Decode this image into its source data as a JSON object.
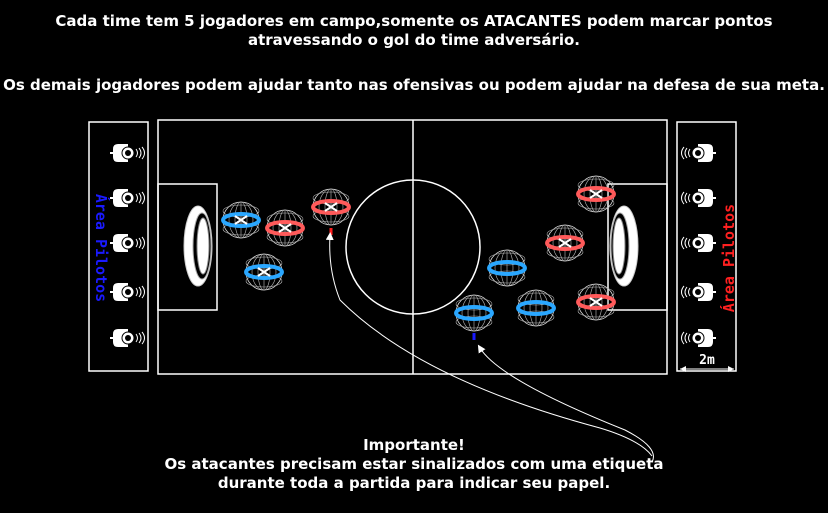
{
  "intro": {
    "line1": "Cada time tem 5 jogadores em campo,somente os ATACANTES podem marcar pontos",
    "line2": "atravessando o gol do time adversário.",
    "line3": "Os demais jogadores podem ajudar tanto nas ofensivas ou podem ajudar na defesa de sua meta."
  },
  "pilot_area_left": {
    "label": "Área Pilotos",
    "color": "#1a1aff"
  },
  "pilot_area_right": {
    "label": "Área Pilotos",
    "color": "#ff2020"
  },
  "dimension_label": "2m",
  "note": {
    "title": "Importante!",
    "line1": "Os atacantes precisam estar sinalizados com uma etiqueta",
    "line2": "durante toda a partida para indicar seu papel."
  },
  "colors": {
    "blue_team": "#2aa7ff",
    "red_team": "#ff5a5a"
  }
}
